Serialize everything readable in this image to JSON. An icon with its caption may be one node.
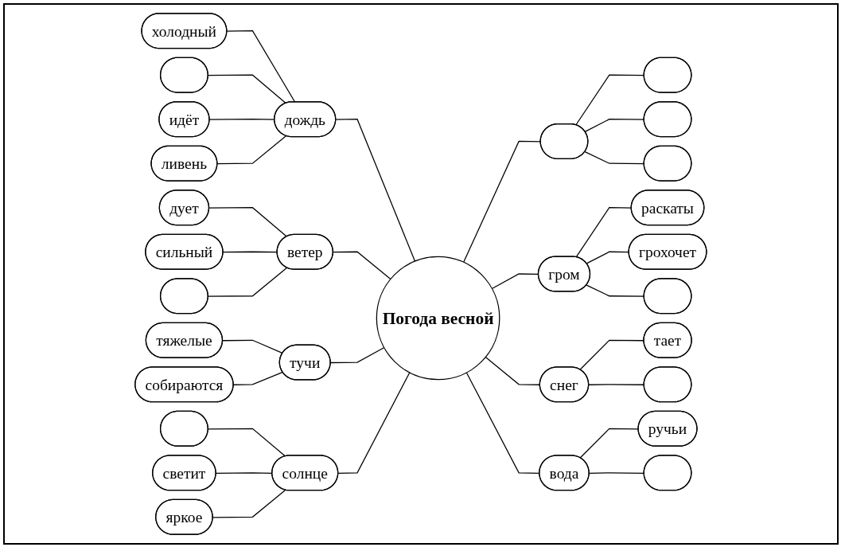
{
  "diagram": {
    "nodes": [
      {
        "text": [],
        "shape": "ellipse"
      },
      {
        "text": [
          "холодный"
        ]
      },
      {
        "text": [],
        "shape": "ellipse"
      },
      {
        "text": [],
        "shape": "ellipse"
      },
      {
        "text": [],
        "shape": "ellipse"
      },
      {
        "text": [],
        "shape": "ellipse"
      },
      {
        "text": [
          "идёт"
        ]
      },
      {
        "text": [
          "раскаты"
        ]
      },
      {
        "text": [
          "дождь"
        ]
      },
      {
        "text": [
          "гром"
        ]
      },
      {
        "text": [
          "грохочет"
        ]
      },
      {
        "text": [
          "ливень"
        ]
      },
      {
        "text": [
          "дует"
        ]
      },
      {
        "text": [],
        "shape": "ellipse"
      },
      {
        "text": [
          "Погода весной"
        ]
      },
      {
        "text": [
          "ветер"
        ]
      },
      {
        "text": [
          "снег"
        ]
      },
      {
        "text": [
          "сильный"
        ]
      },
      {
        "text": [
          "тает"
        ]
      },
      {
        "text": [],
        "shape": "ellipse"
      },
      {
        "text": [],
        "shape": "ellipse"
      },
      {
        "text": [
          "вода"
        ]
      },
      {
        "text": [
          "тучи"
        ]
      },
      {
        "text": [
          "тяжелые"
        ]
      },
      {
        "text": [
          "ручьи"
        ]
      },
      {
        "text": [
          "солнце"
        ]
      },
      {
        "text": [
          "собираются"
        ]
      },
      {
        "text": [],
        "shape": "ellipse"
      },
      {
        "text": [],
        "shape": "ellipse"
      },
      {
        "text": [
          "светит"
        ]
      },
      {
        "text": [
          "яркое"
        ]
      }
    ],
    "edges": [
      {
        "from": 1,
        "to": 8,
        "arrow": "none"
      },
      {
        "from": 4,
        "to": 8,
        "arrow": "none"
      },
      {
        "from": 6,
        "to": 8,
        "arrow": "none"
      },
      {
        "from": 11,
        "to": 8,
        "arrow": "none"
      },
      {
        "from": 8,
        "to": 14,
        "arrow": "none"
      },
      {
        "from": 12,
        "to": 15,
        "arrow": "none"
      },
      {
        "from": 17,
        "to": 15,
        "arrow": "none"
      },
      {
        "from": 19,
        "to": 15,
        "arrow": "none"
      },
      {
        "from": 15,
        "to": 14,
        "arrow": "none"
      },
      {
        "from": 23,
        "to": 22,
        "arrow": "none"
      },
      {
        "from": 26,
        "to": 22,
        "arrow": "none"
      },
      {
        "from": 22,
        "to": 14,
        "arrow": "none"
      },
      {
        "from": 28,
        "to": 25,
        "arrow": "none"
      },
      {
        "from": 29,
        "to": 25,
        "arrow": "none"
      },
      {
        "from": 30,
        "to": 25,
        "arrow": "none"
      },
      {
        "from": 25,
        "to": 14,
        "arrow": "none"
      },
      {
        "from": 14,
        "to": 5,
        "arrow": "none"
      },
      {
        "from": 5,
        "to": 0,
        "arrow": "none"
      },
      {
        "from": 5,
        "to": 2,
        "arrow": "none"
      },
      {
        "from": 5,
        "to": 3,
        "arrow": "none"
      },
      {
        "from": 14,
        "to": 9,
        "arrow": "none"
      },
      {
        "from": 9,
        "to": 7,
        "arrow": "none"
      },
      {
        "from": 9,
        "to": 10,
        "arrow": "none"
      },
      {
        "from": 9,
        "to": 13,
        "arrow": "none"
      },
      {
        "from": 14,
        "to": 16,
        "arrow": "none"
      },
      {
        "from": 16,
        "to": 18,
        "arrow": "none"
      },
      {
        "from": 16,
        "to": 20,
        "arrow": "none"
      },
      {
        "from": 14,
        "to": 21,
        "arrow": "none"
      },
      {
        "from": 21,
        "to": 24,
        "arrow": "none"
      },
      {
        "from": 21,
        "to": 27,
        "arrow": "none"
      }
    ]
  }
}
